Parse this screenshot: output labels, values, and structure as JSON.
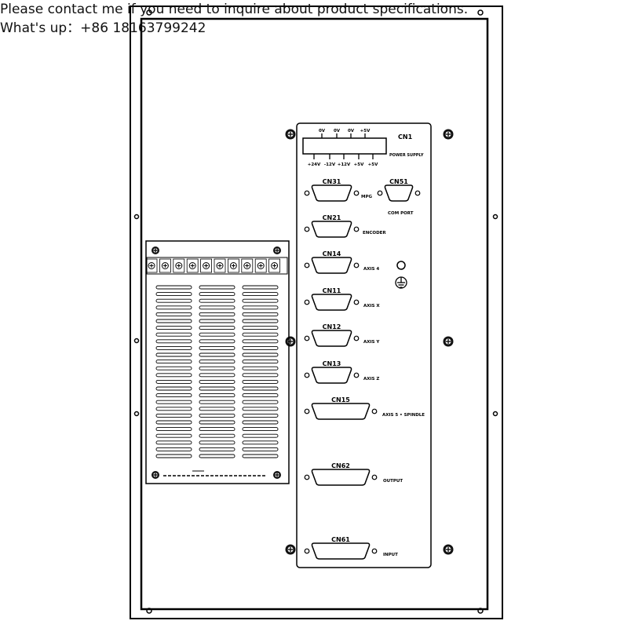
{
  "contact": {
    "line1": "Please contact me if you need to inquire about product specifications.",
    "line2": "What's up：+86 18163799242"
  },
  "panel": {
    "cn1": {
      "name": "CN1",
      "label": "POWER SUPPLY",
      "top_pins": [
        "0V",
        "0V",
        "0V",
        "+5V"
      ],
      "bottom_pins": [
        "+24V",
        "-12V",
        "+12V",
        "+5V",
        "+5V"
      ]
    },
    "connectors": [
      {
        "id": "cn31",
        "name": "CN31",
        "label": "MPG"
      },
      {
        "id": "cn51",
        "name": "CN51",
        "label": "COM PORT"
      },
      {
        "id": "cn21",
        "name": "CN21",
        "label": "ENCODER"
      },
      {
        "id": "cn14",
        "name": "CN14",
        "label": "AXIS 4"
      },
      {
        "id": "cn11",
        "name": "CN11",
        "label": "AXIS X"
      },
      {
        "id": "cn12",
        "name": "CN12",
        "label": "AXIS Y"
      },
      {
        "id": "cn13",
        "name": "CN13",
        "label": "AXIS Z"
      },
      {
        "id": "cn15",
        "name": "CN15",
        "label": "AXIS 5 • SPINDLE"
      },
      {
        "id": "cn62",
        "name": "CN62",
        "label": "OUTPUT"
      },
      {
        "id": "cn61",
        "name": "CN61",
        "label": "INPUT"
      }
    ]
  }
}
